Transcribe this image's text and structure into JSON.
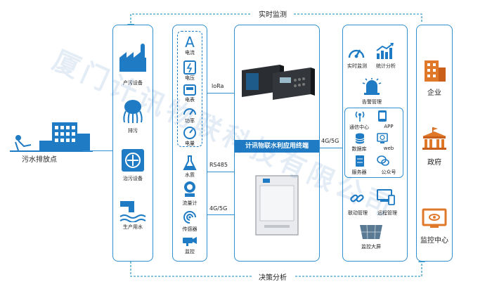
{
  "top_arrow_label": "实时监测",
  "bottom_arrow_label": "决策分析",
  "source": {
    "label": "污水排放点"
  },
  "sources": [
    {
      "label": "产污设备",
      "icon": "factory-icon"
    },
    {
      "label": "排污",
      "icon": "discharge-icon"
    },
    {
      "label": "治污设备",
      "icon": "treatment-icon"
    },
    {
      "label": "生产用水",
      "icon": "water-pipe-icon"
    }
  ],
  "electric_sensors": [
    {
      "label": "电流",
      "icon": "current-icon"
    },
    {
      "label": "电压",
      "icon": "voltage-icon"
    },
    {
      "label": "电表",
      "icon": "meter-icon"
    },
    {
      "label": "功率",
      "icon": "power-icon"
    },
    {
      "label": "电量",
      "icon": "energy-icon"
    }
  ],
  "other_sensors": [
    {
      "label": "水质",
      "icon": "water-quality-icon"
    },
    {
      "label": "流量计",
      "icon": "flowmeter-icon"
    },
    {
      "label": "传感器",
      "icon": "sensor-icon"
    },
    {
      "label": "监控",
      "icon": "camera-icon"
    }
  ],
  "connections": {
    "lora": "loRa",
    "rs485": "RS485",
    "g45_left": "4G/5G",
    "g45_right": "4G/5G"
  },
  "terminal": {
    "label": "计讯物联水利应用终端"
  },
  "platform": {
    "top": [
      {
        "label": "实时监测",
        "icon": "gauge-icon"
      },
      {
        "label": "统计分析",
        "icon": "chart-icon"
      }
    ],
    "alarm": {
      "label": "告警管理",
      "icon": "alarm-icon"
    },
    "grid": [
      {
        "label": "通信中心",
        "icon": "signal-icon"
      },
      {
        "label": "APP",
        "icon": "app-icon"
      },
      {
        "label": "数据库",
        "icon": "database-icon"
      },
      {
        "label": "web",
        "icon": "web-icon"
      },
      {
        "label": "服务器",
        "icon": "server-icon"
      },
      {
        "label": "公众号",
        "icon": "wechat-icon"
      }
    ],
    "bottom": [
      {
        "label": "联动管理",
        "icon": "link-icon"
      },
      {
        "label": "远程管理",
        "icon": "remote-icon"
      }
    ],
    "screen": {
      "label": "监控大屏",
      "icon": "big-screen-icon"
    }
  },
  "clients": [
    {
      "label": "企业",
      "icon": "enterprise-icon"
    },
    {
      "label": "政府",
      "icon": "government-icon"
    },
    {
      "label": "监控中心",
      "icon": "monitor-center-icon"
    }
  ],
  "watermark": "厦门计讯物联科技有限公司",
  "colors": {
    "accent": "#1f7cc4",
    "border": "#2f8fd0",
    "dashed": "#3aa0c8"
  }
}
